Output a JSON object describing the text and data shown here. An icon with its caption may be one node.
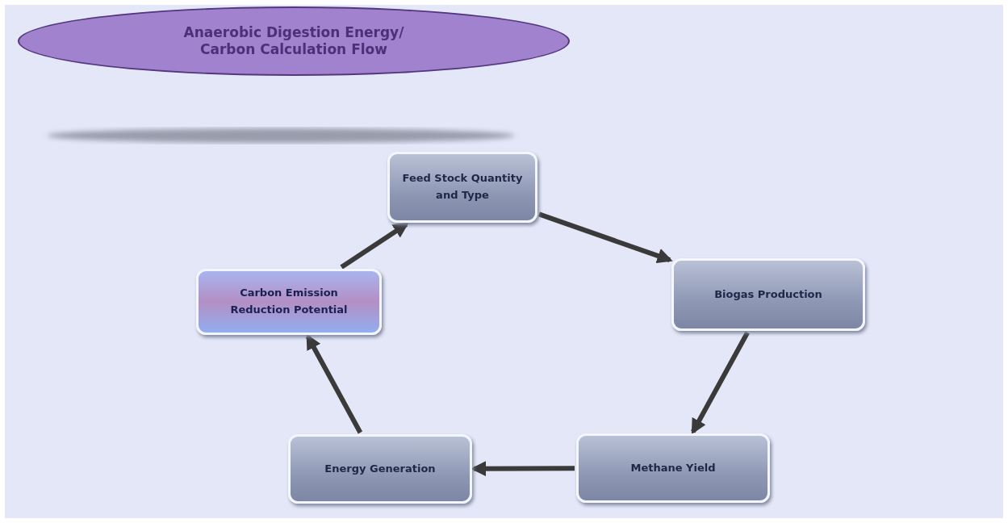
{
  "diagram": {
    "nodes": [
      {
        "text": [
          "Anaerobic Digestion Energy/ Carbon Calculation Flow"
        ]
      },
      {
        "text": [
          "Feed Stock Quantity and Type"
        ]
      },
      {
        "text": [
          "Biogas Production"
        ]
      },
      {
        "text": [
          "Methane Yield"
        ]
      },
      {
        "text": [
          "Energy Generation"
        ]
      },
      {
        "text": [
          "Carbon Emission Reduction Potential"
        ]
      }
    ],
    "edges": [
      {
        "from": 1,
        "to": 2,
        "arrow": "to"
      },
      {
        "from": 2,
        "to": 3,
        "arrow": "to"
      },
      {
        "from": 3,
        "to": 4,
        "arrow": "to"
      },
      {
        "from": 4,
        "to": 5,
        "arrow": "to"
      },
      {
        "from": 5,
        "to": 1,
        "arrow": "to"
      }
    ]
  }
}
